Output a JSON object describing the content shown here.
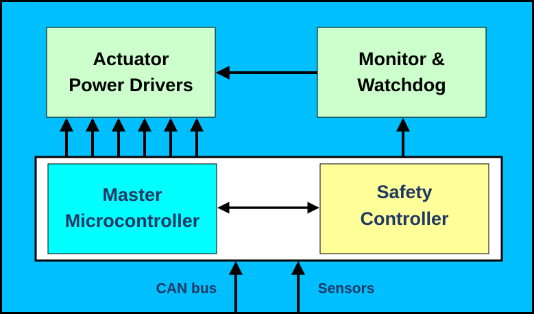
{
  "diagram": {
    "colors": {
      "background": "#00BFFF",
      "border": "#000000",
      "green_block": "#CCFFCC",
      "cyan_block": "#00FFFF",
      "yellow_block": "#FFFF99",
      "container": "#FFFFFF",
      "dark_text": "#000000",
      "navy_text": "#1F3864"
    },
    "blocks": {
      "actuator": {
        "line1": "Actuator",
        "line2": "Power Drivers"
      },
      "monitor": {
        "line1": "Monitor &",
        "line2": "Watchdog"
      },
      "master": {
        "line1": "Master",
        "line2": "Microcontroller"
      },
      "safety": {
        "line1": "Safety",
        "line2": "Controller"
      }
    },
    "inputs": {
      "can_bus": "CAN bus",
      "sensors": "Sensors"
    },
    "actuator_output_arrow_count": 6
  }
}
